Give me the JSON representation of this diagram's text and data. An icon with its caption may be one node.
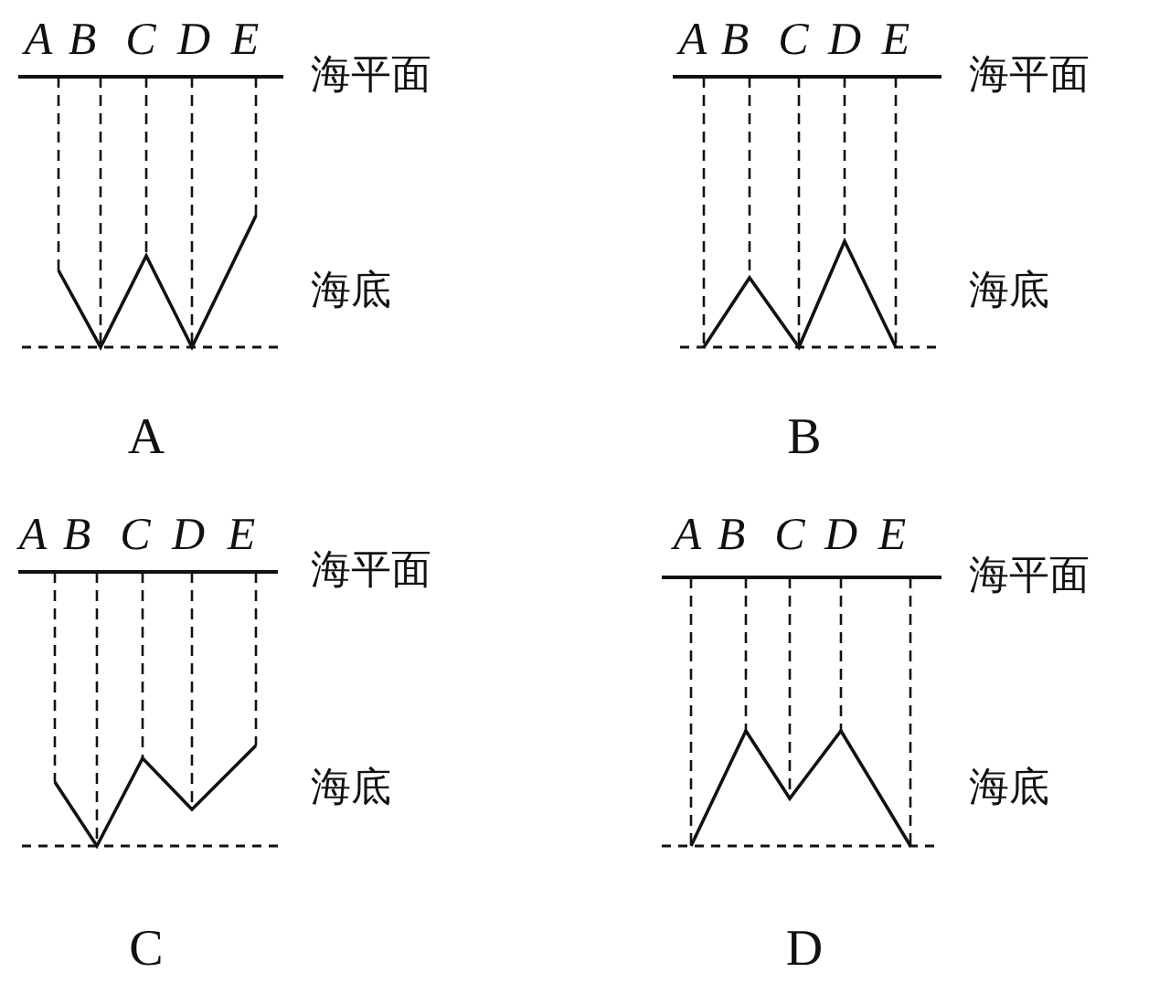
{
  "diagram": {
    "labels": [
      "A",
      "B",
      "C",
      "D",
      "E",
      "海平面",
      "海底",
      "A",
      "A",
      "B",
      "C",
      "D",
      "E",
      "海平面",
      "海底",
      "B",
      "A",
      "B",
      "C",
      "D",
      "E",
      "海平面",
      "海底",
      "C",
      "A",
      "B",
      "C",
      "D",
      "E",
      "海平面",
      "海底",
      "D"
    ]
  }
}
